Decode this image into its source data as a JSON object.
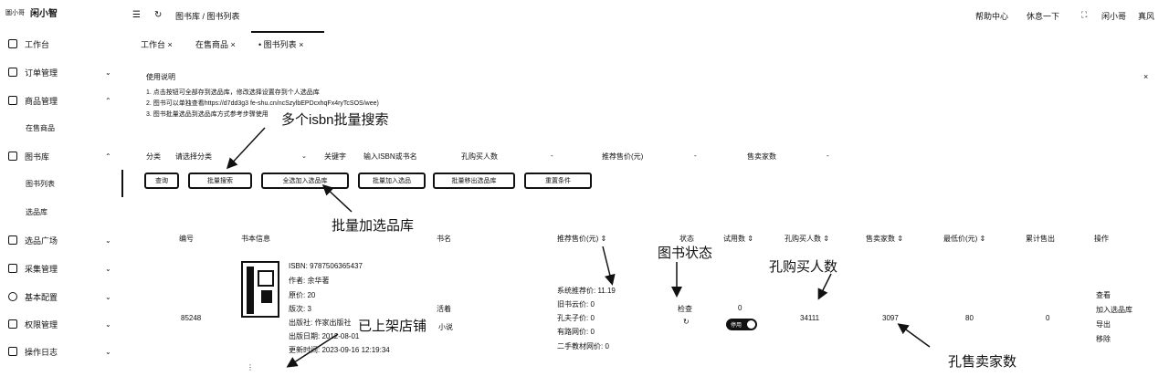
{
  "app": {
    "logo_mark": "圖小哥",
    "name": "闲小智"
  },
  "sidebar": {
    "items": [
      {
        "label": "工作台",
        "chevron": ""
      },
      {
        "label": "订单管理",
        "chevron": "⌄"
      },
      {
        "label": "商品管理",
        "chevron": "⌃"
      },
      {
        "label": "图书库",
        "chevron": "⌃"
      },
      {
        "label": "选品广场",
        "chevron": "⌄"
      },
      {
        "label": "采集管理",
        "chevron": "⌄"
      },
      {
        "label": "基本配置",
        "chevron": "⌄"
      },
      {
        "label": "权限管理",
        "chevron": "⌄"
      },
      {
        "label": "操作日志",
        "chevron": "⌄"
      }
    ],
    "sub_items": {
      "goods_on_sale": "在售商品",
      "book_list": "图书列表",
      "selection_lib": "选品库"
    }
  },
  "header": {
    "menu_icon": "☰",
    "refresh_icon": "↻",
    "breadcrumb": "图书库 / 图书列表",
    "help": "帮助中心",
    "rest": "休息一下",
    "fullscreen_icon": "⛶",
    "user1": "闲小哥",
    "user2": "真风"
  },
  "tabs": [
    {
      "label": "工作台",
      "close": "×"
    },
    {
      "label": "在售商品",
      "close": "×"
    },
    {
      "label": "• 图书列表",
      "close": "×"
    }
  ],
  "notice": {
    "title": "使用说明",
    "lines": [
      "1.  点击按钮可全部存到选品库，修改选择设置存到个人选品库",
      "2.  图书可以单独查看https://d7dd3g3 fe-shu.cn/ncSzylbEPDcxhqFx4ryTcSOS/wee)",
      "3.  图书批量选品到选品库方式参考步骤使用"
    ],
    "close": "×"
  },
  "filters": {
    "category_label": "分类",
    "category_placeholder": "请选择分类",
    "keyword_label": "关键字",
    "keyword_placeholder": "输入ISBN或书名",
    "buyers_label": "孔购买人数",
    "dash": "-",
    "price_label": "推荐售价(元)",
    "sellers_label": "售卖家数"
  },
  "buttons": [
    "查询",
    "批量搜索",
    "全选加入选品库",
    "批量加入选品",
    "批量移出选品库",
    "重置条件"
  ],
  "table": {
    "headers": {
      "id": "编号",
      "info": "书本信息",
      "title": "书名",
      "price": "推荐售价(元) ⇕",
      "status": "状态",
      "stocked": "试用数 ⇕",
      "buyers": "孔购买人数 ⇕",
      "sellers": "售卖家数 ⇕",
      "lowest": "最低价(元) ⇕",
      "sold": "累计售出",
      "ops": "操作"
    },
    "row": {
      "id": "85248",
      "isbn": "ISBN:  9787506365437",
      "author": "作者:  余华著",
      "orig_price": "原价:  20",
      "edition": "版次:  3",
      "publisher": "出版社:  作家出版社",
      "pub_date": "出版日期:  2012-08-01",
      "updated": "更新时间:  2023-09-16 12:19:34",
      "title": "活着",
      "title2": "小说",
      "price_lines": [
        "系统推荐价:  11.19",
        "旧书云价:  0",
        "孔夫子价:  0",
        "有路网价:  0",
        "二手教材网价:  0"
      ],
      "status_text": "检查",
      "status_icon": "↻",
      "stocked": "0",
      "toggle_label": "停用",
      "buyers": "34111",
      "sellers": "3097",
      "lowest": "80",
      "sold": "0",
      "ops": [
        "查看",
        "加入选品库",
        "导出",
        "移除"
      ]
    }
  },
  "annotations": {
    "multi_isbn": "多个isbn批量搜索",
    "batch_add": "批量加选品库",
    "book_status": "图书状态",
    "buyers_count": "孔购买人数",
    "listed_shops": "已上架店铺",
    "sellers_count": "孔售卖家数"
  }
}
